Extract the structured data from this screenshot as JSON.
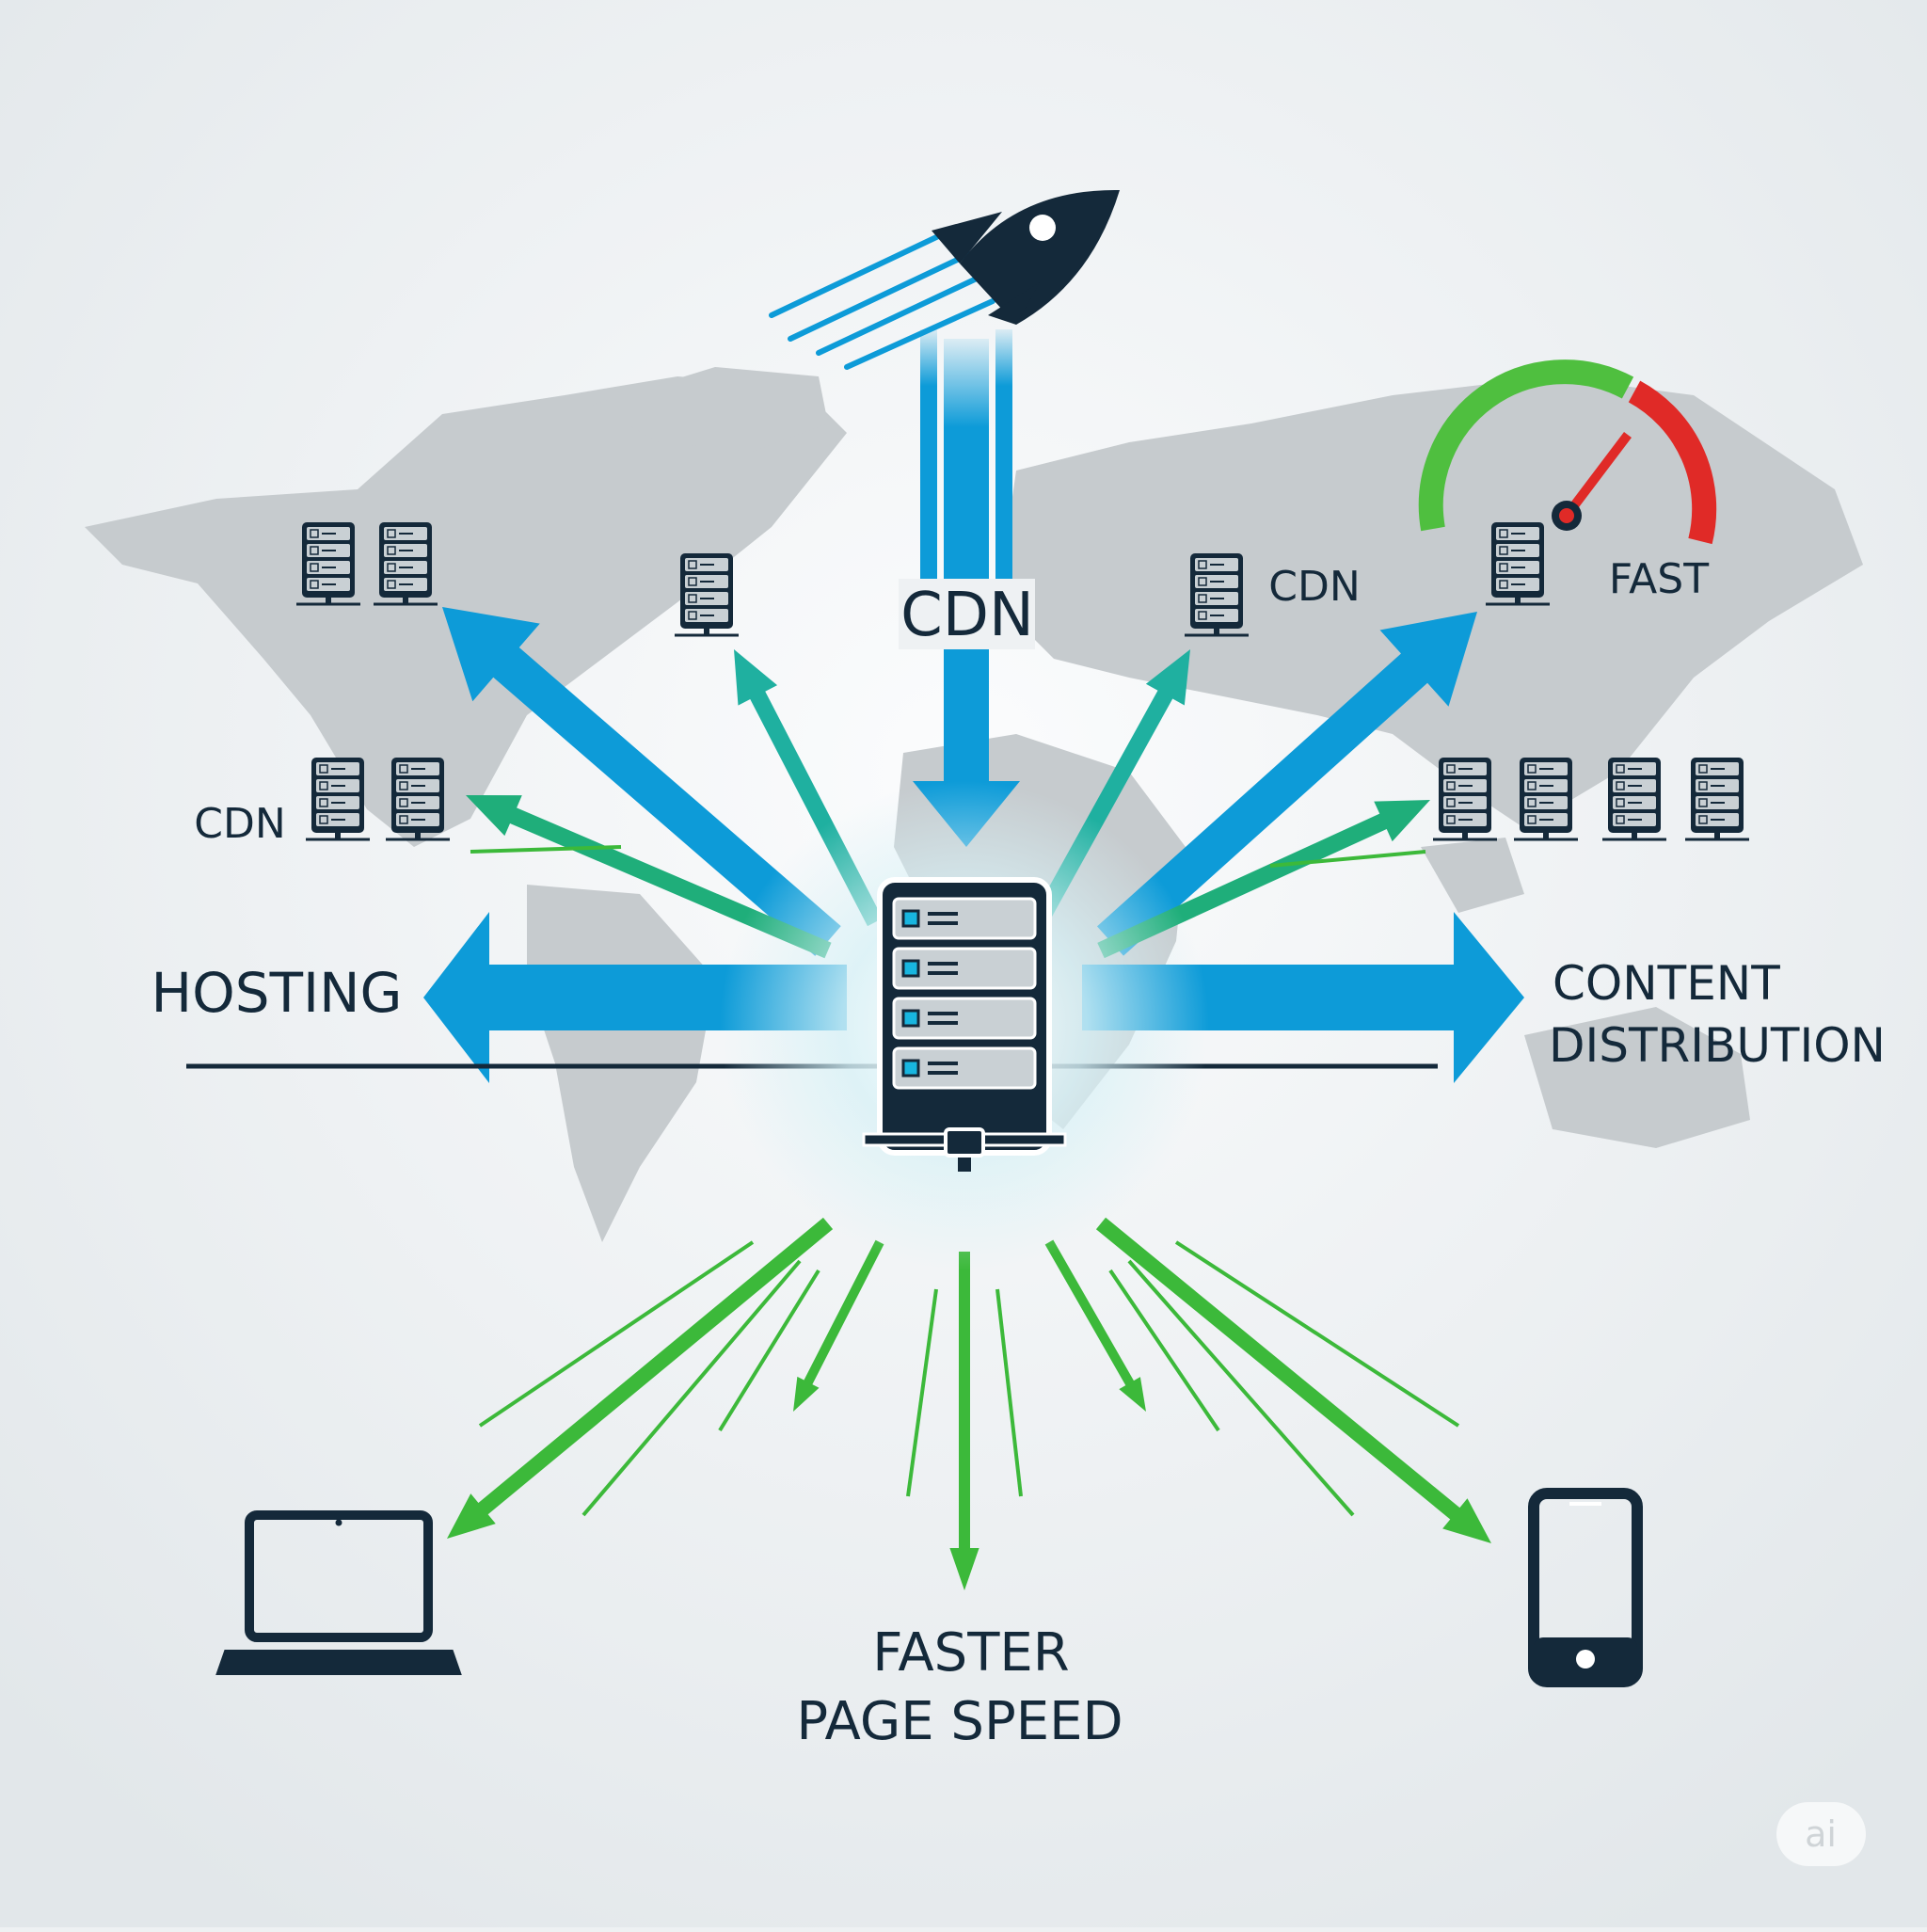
{
  "labels": {
    "cdn_top": "CDN",
    "cdn_right": "CDN",
    "cdn_left": "CDN",
    "fast": "FAST",
    "hosting": "HOSTING",
    "content_distribution_line1": "CONTENT",
    "content_distribution_line2": "DISTRIBUTION",
    "faster_line1": "FASTER",
    "faster_line2": "PAGE SPEED"
  },
  "watermark": "ai",
  "colors": {
    "navy": "#14293a",
    "blue": "#0d9bd8",
    "green": "#3cb93a",
    "gauge_green": "#4fbf3f",
    "gauge_red": "#e02a27",
    "map": "#c3c8cb"
  },
  "icons": [
    "rocket-icon",
    "speedometer-icon",
    "server-icon",
    "laptop-icon",
    "smartphone-icon",
    "world-map"
  ]
}
